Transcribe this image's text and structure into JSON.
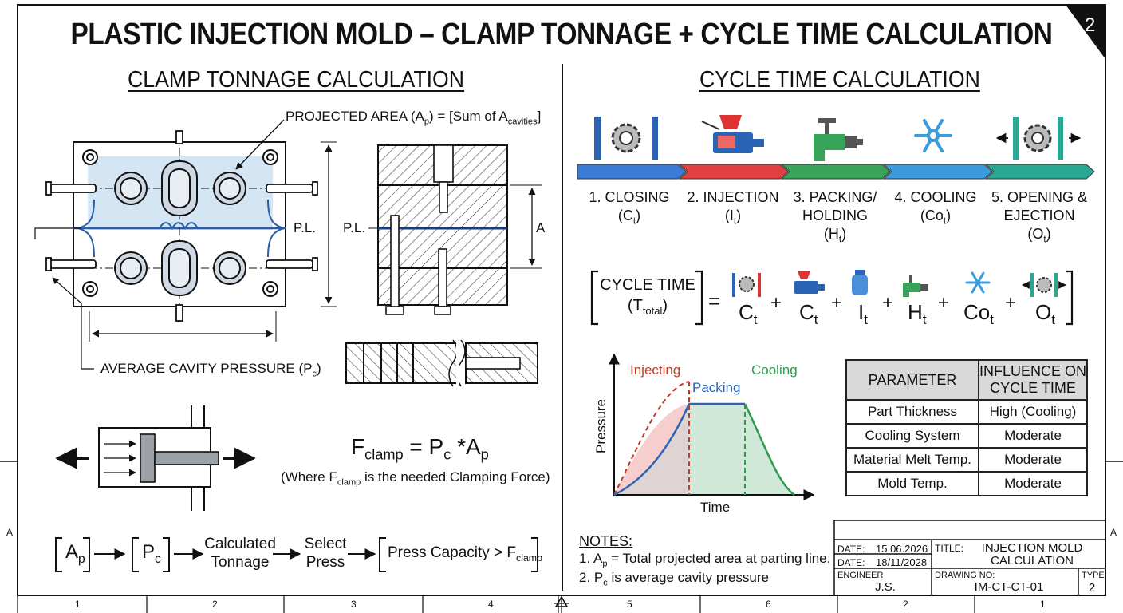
{
  "title": "PLASTIC INJECTION MOLD – CLAMP TONNAGE + CYCLE TIME CALCULATION",
  "sheet_badge": "2",
  "clamp": {
    "heading": "CLAMP TONNAGE CALCULATION",
    "projected_area_label": "PROJECTED AREA (A",
    "projected_area_sub": "p",
    "projected_area_eq": ") = [Sum of A",
    "projected_area_sub2": "cavities",
    "projected_area_end": "]",
    "pl_left": "P.L.",
    "pl_right": "P.L.",
    "dim_a": "A",
    "avg_pressure_label": "AVERAGE CAVITY PRESSURE (P",
    "avg_pressure_sub": "c",
    "avg_pressure_end": ")",
    "formula_f": "F",
    "formula_f_sub": "clamp",
    "formula_eq": " = P",
    "formula_pc_sub": "c",
    "formula_mul": " *A",
    "formula_ap_sub": "p",
    "formula_note_a": "(Where F",
    "formula_note_sub": "clamp",
    "formula_note_b": " is the needed Clamping Force)",
    "flow": {
      "ap": "A",
      "ap_sub": "p",
      "pc": "P",
      "pc_sub": "c",
      "calc_a": "Calculated",
      "calc_b": "Tonnage",
      "select_a": "Select",
      "select_b": "Press",
      "cap_a": "Press Capacity > F",
      "cap_sub": "clamp"
    }
  },
  "cycle": {
    "heading": "CYCLE TIME CALCULATION",
    "steps": [
      {
        "line1": "1. CLOSING",
        "line2": "(C",
        "sub": "t",
        "end": ")",
        "color": "#3a7bd5"
      },
      {
        "line1": "2. INJECTION",
        "line2": "(I",
        "sub": "t",
        "end": ")",
        "color": "#e04040"
      },
      {
        "line1": "3. PACKING/",
        "line1b": "HOLDING",
        "line2": "(H",
        "sub": "t",
        "end": ")",
        "color": "#3aa35a"
      },
      {
        "line1": "4. COOLING",
        "line2": "(Co",
        "sub": "t",
        "end": ")",
        "color": "#3b9bdc"
      },
      {
        "line1": "5. OPENING &",
        "line1b": "EJECTION",
        "line2": "(O",
        "sub": "t",
        "end": ")",
        "color": "#2aa893"
      }
    ],
    "equation": {
      "lhs_a": "CYCLE TIME",
      "lhs_b": "(T",
      "lhs_sub": "total",
      "lhs_end": ")",
      "eq": "=",
      "plus": "+",
      "terms": [
        {
          "base": "C",
          "sub": "t"
        },
        {
          "base": "C",
          "sub": "t"
        },
        {
          "base": "I",
          "sub": "t"
        },
        {
          "base": "H",
          "sub": "t"
        },
        {
          "base": "Co",
          "sub": "t"
        },
        {
          "base": "O",
          "sub": "t"
        }
      ]
    },
    "chart": {
      "ylabel": "Pressure",
      "xlabel": "Time",
      "phase_injecting": "Injecting",
      "phase_packing": "Packing",
      "phase_cooling": "Cooling"
    },
    "table": {
      "headers": [
        "PARAMETER",
        "INFLUENCE ON CYCLE TIME"
      ],
      "rows": [
        [
          "Part Thickness",
          "High (Cooling)"
        ],
        [
          "Cooling System",
          "Moderate"
        ],
        [
          "Material Melt Temp.",
          "Moderate"
        ],
        [
          "Mold Temp.",
          "Moderate"
        ]
      ]
    }
  },
  "notes": {
    "heading": "NOTES:",
    "n1_a": "1. A",
    "n1_sub": "p",
    "n1_b": " = Total projected area at parting line.",
    "n2_a": "2. P",
    "n2_sub": "c",
    "n2_b": " is average cavity pressure"
  },
  "titleblock": {
    "date_label": "DATE:",
    "date1": "15.06.2026",
    "date2": "18/11/2028",
    "title_label": "TITLE:",
    "title_a": "INJECTION MOLD",
    "title_b": "CALCULATION",
    "engineer_label": "ENGINEER",
    "engineer": "J.S.",
    "drawing_label": "DRAWING NO:",
    "drawing_no": "IM-CT-CT-01",
    "type_label": "TYPE",
    "type_value": "2"
  },
  "border": {
    "zone_numbers": [
      "1",
      "2",
      "3",
      "4",
      "5",
      "6",
      "2",
      "1"
    ],
    "zone_letter_left": "A",
    "zone_letter_right": "A"
  }
}
